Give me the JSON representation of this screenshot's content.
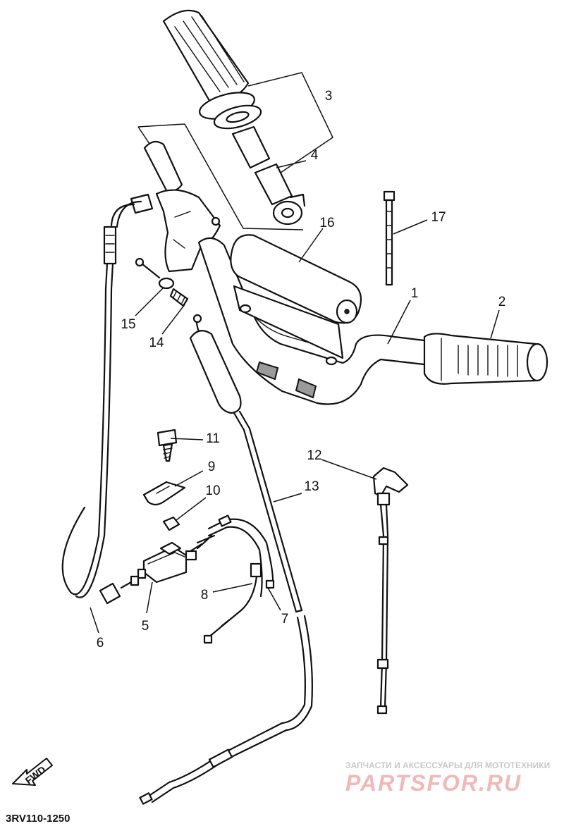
{
  "callouts": [
    {
      "id": "1",
      "label": "1"
    },
    {
      "id": "2",
      "label": "2"
    },
    {
      "id": "3",
      "label": "3"
    },
    {
      "id": "4",
      "label": "4"
    },
    {
      "id": "5",
      "label": "5"
    },
    {
      "id": "6",
      "label": "6"
    },
    {
      "id": "7",
      "label": "7"
    },
    {
      "id": "8",
      "label": "8"
    },
    {
      "id": "9",
      "label": "9"
    },
    {
      "id": "10",
      "label": "10"
    },
    {
      "id": "11",
      "label": "11"
    },
    {
      "id": "12",
      "label": "12"
    },
    {
      "id": "13",
      "label": "13"
    },
    {
      "id": "14",
      "label": "14"
    },
    {
      "id": "15",
      "label": "15"
    },
    {
      "id": "16",
      "label": "16"
    },
    {
      "id": "17",
      "label": "17"
    }
  ],
  "diagram_code": "3RV110-1250",
  "direction_badge": "FWD",
  "watermark": {
    "subtitle": "ЗАПЧАСТИ И АКСЕССУАРЫ ДЛЯ МОТОТЕХНИКИ",
    "brand": "PARTSFOR.RU"
  }
}
